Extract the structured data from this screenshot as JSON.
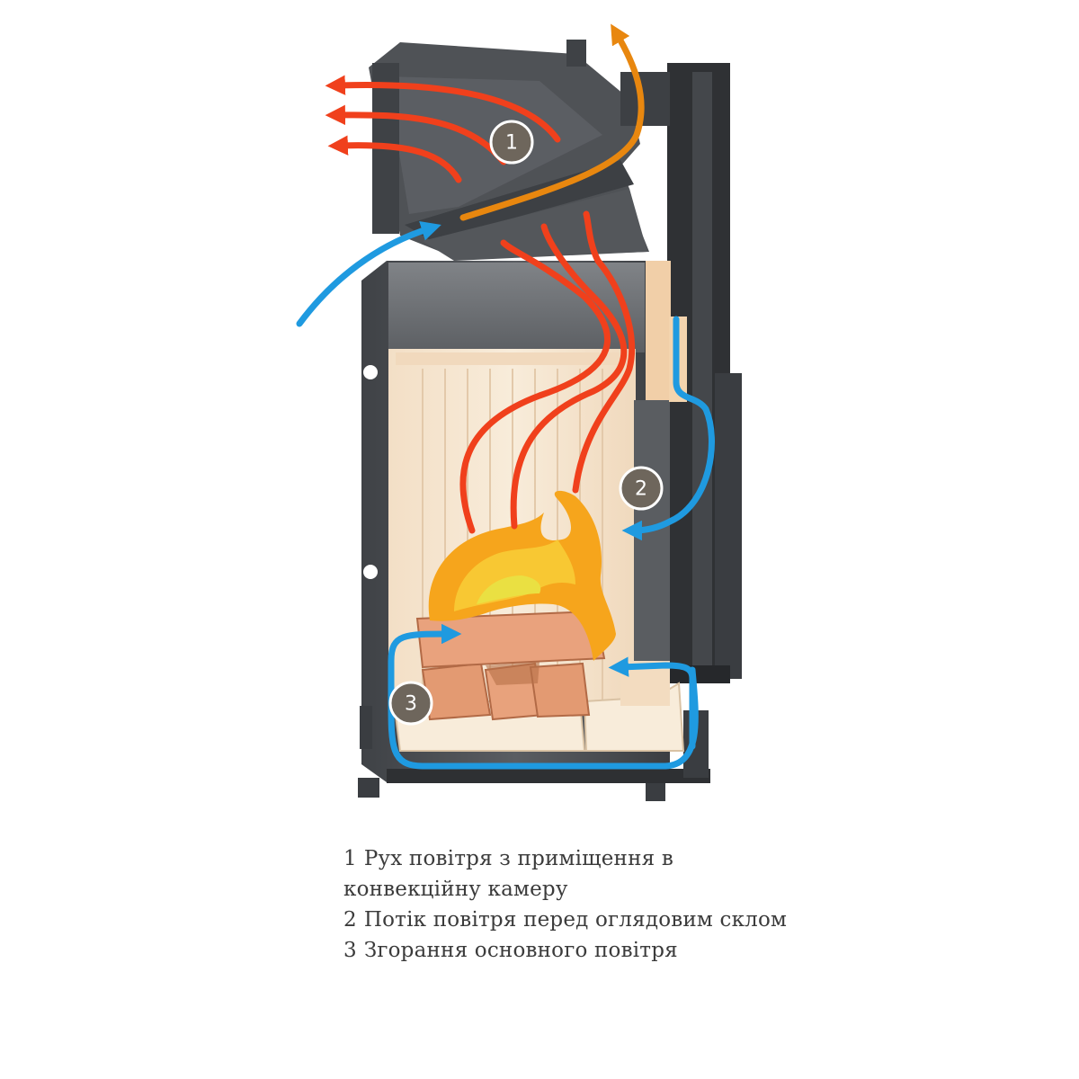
{
  "markers": [
    {
      "id": "1",
      "label": "1"
    },
    {
      "id": "2",
      "label": "2"
    },
    {
      "id": "3",
      "label": "3"
    }
  ],
  "legend": [
    {
      "number": "1",
      "text": "Рух повітря з приміщення в конвекційну камеру"
    },
    {
      "number": "2",
      "text": "Потік повітря перед оглядовим склом"
    },
    {
      "number": "3",
      "text": "Згорання основного повітря"
    }
  ],
  "colors": {
    "hot_air": "#f0401c",
    "exhaust": "#e8870f",
    "cold_air": "#1f9ae0",
    "badge": "#6e665c",
    "steel": "#4c4f53",
    "chamotte": "#f6e6cf",
    "flame": "#f6a51c",
    "wood": "#e0936a"
  }
}
